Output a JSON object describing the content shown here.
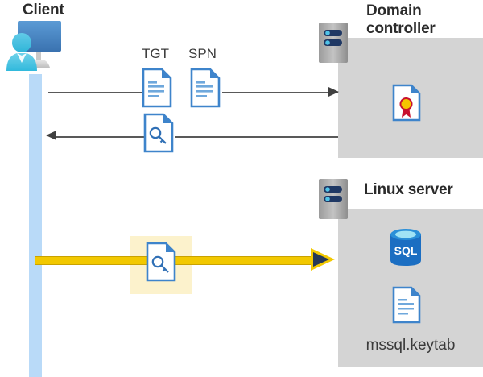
{
  "diagram": {
    "title_client": "Client",
    "title_domain_controller": "Domain controller",
    "title_linux_server": "Linux server",
    "colors": {
      "panel_gray": "#d4d4d4",
      "lifeline_blue": "#b9daf8",
      "doc_blue": "#3e84cb",
      "highlight_yellow": "#fcf2cc",
      "arrow_yellow": "#f2c800",
      "arrow_gray": "#404040",
      "text_dark": "#2b2b2b",
      "seal_gold": "#f5c400",
      "seal_red": "#c8102e",
      "sql_blue": "#1b6ec2"
    }
  },
  "labels": {
    "tgt": "TGT",
    "spn": "SPN",
    "keytab_file": "mssql.keytab"
  },
  "icons": {
    "client": "client-workstation-icon",
    "server_dc": "server-tower-icon",
    "server_linux": "server-tower-icon",
    "doc_tgt": "document-icon",
    "doc_spn": "document-icon",
    "doc_key_response": "key-document-icon",
    "doc_key_request": "key-document-icon",
    "certificate": "certificate-document-icon",
    "database": "sql-database-icon",
    "keytab": "document-icon"
  },
  "flows": [
    {
      "id": "flow-1",
      "direction": "right",
      "from": "Client",
      "to": "Domain controller",
      "carries": [
        "TGT",
        "SPN"
      ]
    },
    {
      "id": "flow-2",
      "direction": "left",
      "from": "Domain controller",
      "to": "Client",
      "carries": [
        "service ticket"
      ]
    },
    {
      "id": "flow-3",
      "direction": "right",
      "from": "Client",
      "to": "Linux server",
      "carries": [
        "service ticket"
      ],
      "highlighted": true
    }
  ]
}
